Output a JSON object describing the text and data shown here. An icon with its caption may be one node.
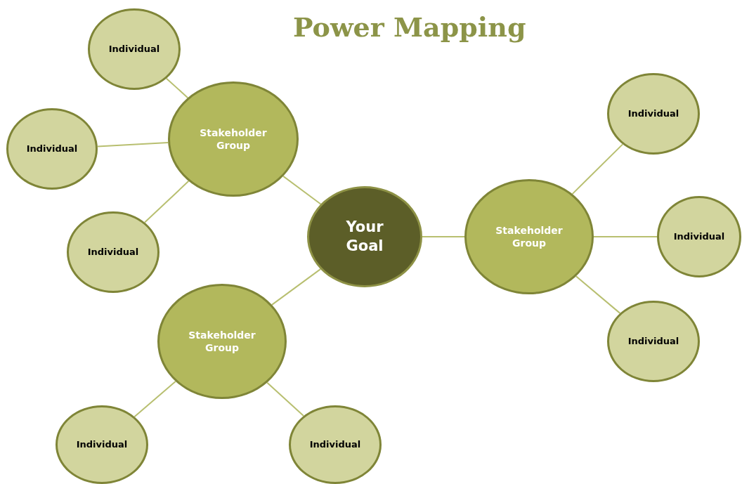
{
  "diagram": {
    "title": "Power Mapping",
    "nodes": [
      {
        "text": [
          "Your Goal"
        ]
      },
      {
        "text": [
          "Stakeholder Group"
        ]
      },
      {
        "text": [
          "Stakeholder Group"
        ]
      },
      {
        "text": [
          "Stakeholder Group"
        ]
      },
      {
        "text": [
          "Individual"
        ]
      },
      {
        "text": [
          "Individual"
        ]
      },
      {
        "text": [
          "Individual"
        ]
      },
      {
        "text": [
          "Individual"
        ]
      },
      {
        "text": [
          "Individual"
        ]
      },
      {
        "text": [
          "Individual"
        ]
      },
      {
        "text": [
          "Individual"
        ]
      },
      {
        "text": [
          "Individual"
        ]
      }
    ],
    "edges": [
      {
        "from": 0,
        "to": 1,
        "arrow": "none"
      },
      {
        "from": 0,
        "to": 2,
        "arrow": "none"
      },
      {
        "from": 0,
        "to": 3,
        "arrow": "none"
      },
      {
        "from": 1,
        "to": 4,
        "arrow": "none"
      },
      {
        "from": 1,
        "to": 5,
        "arrow": "none"
      },
      {
        "from": 1,
        "to": 6,
        "arrow": "none"
      },
      {
        "from": 2,
        "to": 7,
        "arrow": "none"
      },
      {
        "from": 2,
        "to": 8,
        "arrow": "none"
      },
      {
        "from": 2,
        "to": 9,
        "arrow": "none"
      },
      {
        "from": 3,
        "to": 10,
        "arrow": "none"
      },
      {
        "from": 3,
        "to": 11,
        "arrow": "none"
      }
    ]
  }
}
